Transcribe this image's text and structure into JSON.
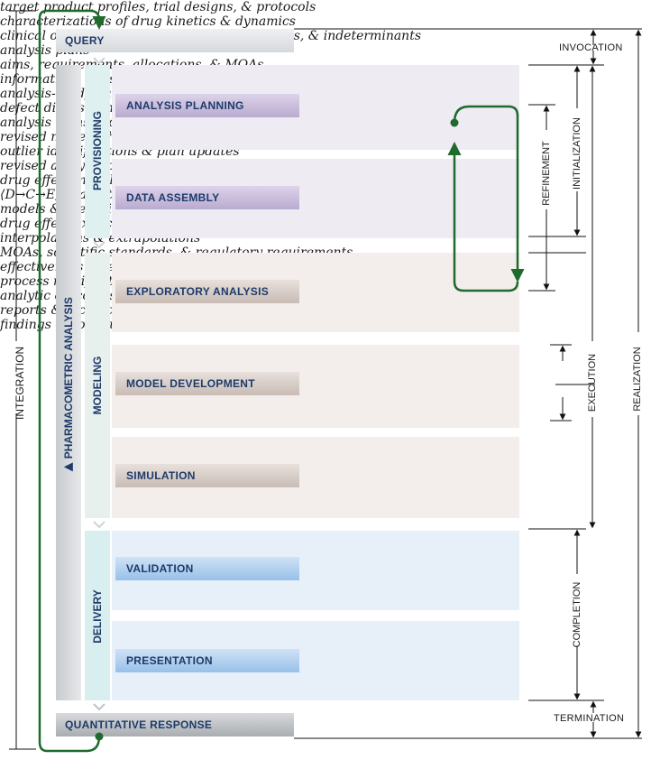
{
  "top_note": "target product profiles, trial designs, & protocols",
  "bottom_note": "characterizations of drug kinetics & dynamics",
  "query_label": "QUERY",
  "response_label": "QUANTITATIVE RESPONSE",
  "sidebar_label": "PHARMACOMETRIC ANALYSIS",
  "left_label": "INTEGRATION",
  "phases": {
    "provisioning": "PROVISIONING",
    "modeling": "MODELING",
    "delivery": "DELIVERY"
  },
  "processes": [
    {
      "name": "ANALYSIS PLANNING",
      "input": "clinical objectives, prior PMA, knowledge gaps, & indeterminants",
      "output": "analysis plans",
      "side": "aims, requirements, allocations, & MOAs"
    },
    {
      "name": "DATA ASSEMBLY",
      "input": "informatic & logistic requirements, clinical data",
      "output": "analysis-ready datasets",
      "side": "defect dispositions & normalizations"
    },
    {
      "name": "EXPLORATORY ANALYSIS",
      "input": "analysis plans & datasets",
      "output": "revised model schemata",
      "side": "outlier identifications & plan updates"
    },
    {
      "name": "MODEL DEVELOPMENT",
      "input": "revised analysis plans & datasets",
      "output": "drug effect models",
      "side": "⟨D→C→E⟩ characterizations"
    },
    {
      "name": "SIMULATION",
      "input": "models & scenarios",
      "output": "drug effect explications",
      "side": "interpolations & extrapolations"
    },
    {
      "name": "VALIDATION",
      "input": "MOAs, scientific standards, & regulatory requirements",
      "output": "effectiveness assessments",
      "side": "process modification & upgrade definitions"
    },
    {
      "name": "PRESENTATION",
      "input": "analytic outcomes, knowledge, & determinations",
      "output": "reports & technical papers",
      "side": "findings & communications"
    }
  ],
  "right_labels": {
    "invocation": "INVOCATION",
    "termination": "TERMINATION",
    "refinement": "REFINEMENT",
    "initialization": "INITIALIZATION",
    "execution": "EXECUTION",
    "completion": "COMPLETION",
    "realization": "REALIZATION"
  },
  "colors": {
    "provisioning_bg": "#eeebf3",
    "modeling_bg": "#f3eeeb",
    "delivery_bg": "#e7f0f9",
    "phase_tab": "#dff0f0",
    "loop_green": "#1e6b2d",
    "title_blue": "#1d3a6a"
  }
}
